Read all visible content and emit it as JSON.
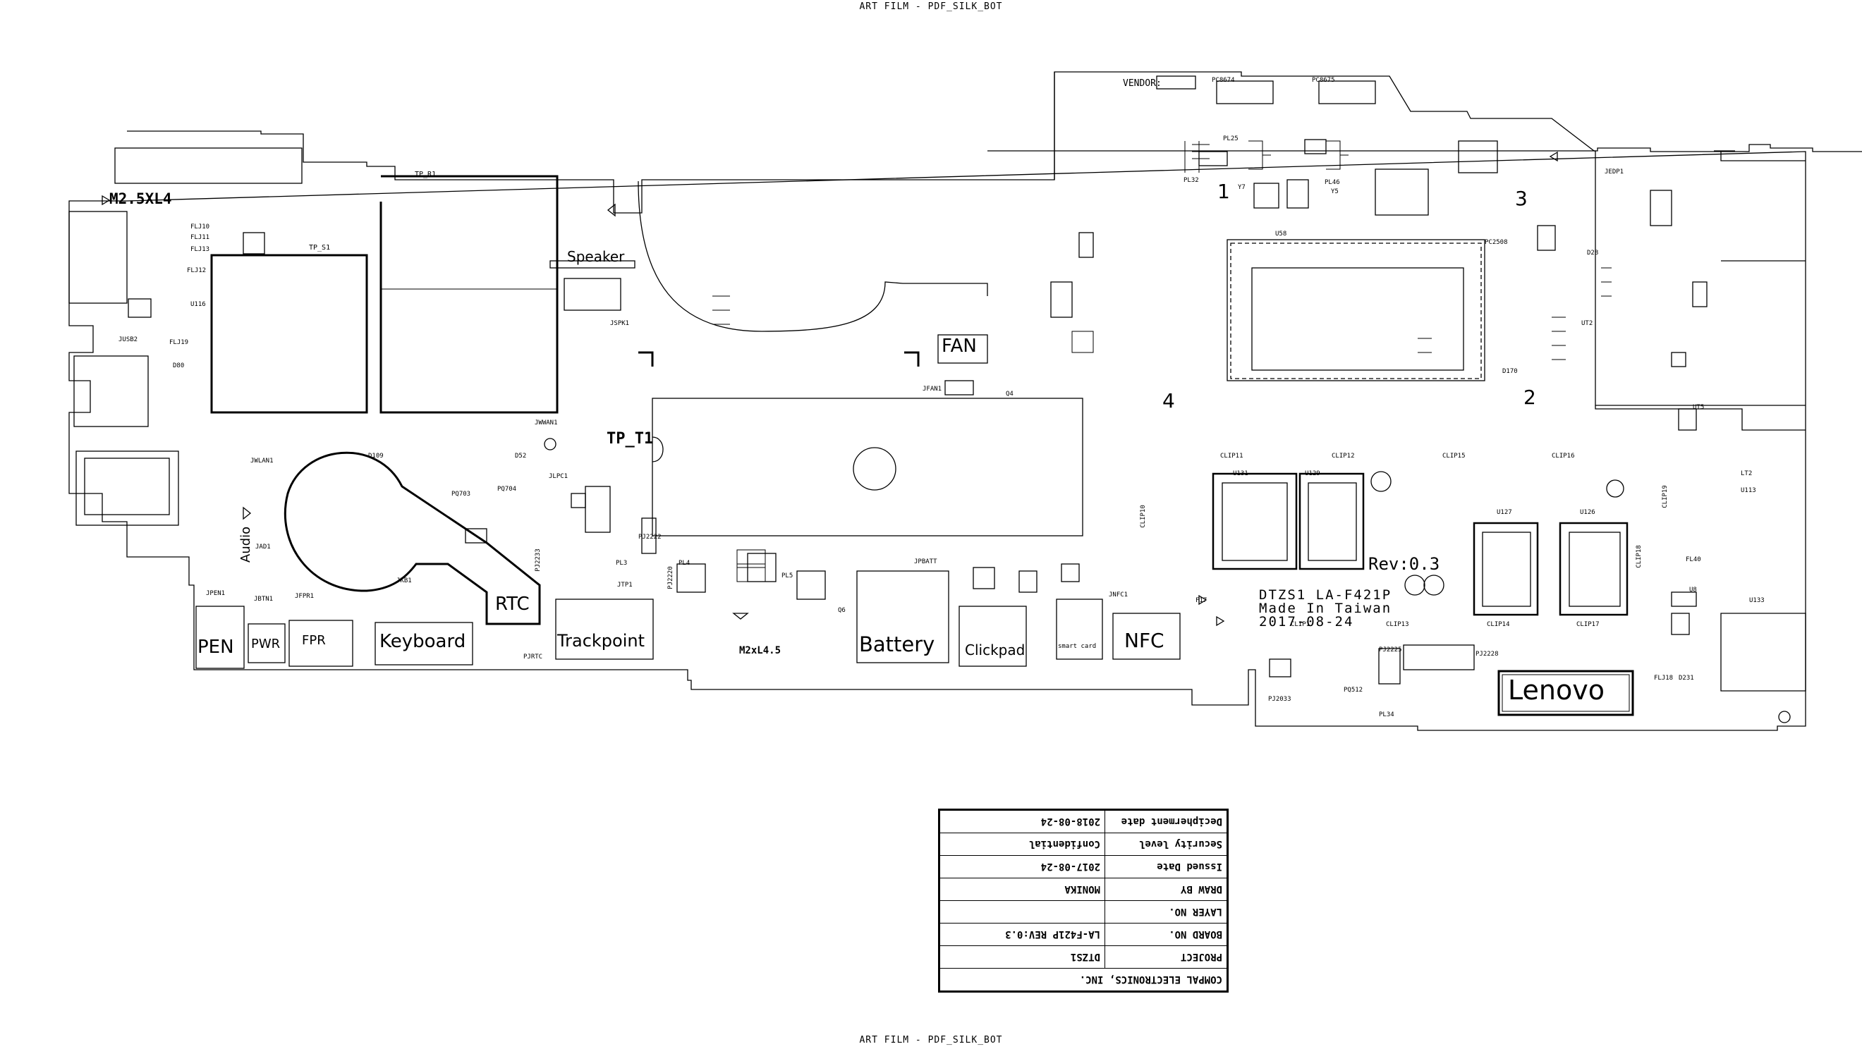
{
  "header": {
    "top": "ART FILM - PDF_SILK_BOT",
    "bottom": "ART FILM - PDF_SILK_BOT"
  },
  "board": {
    "lines": [
      "DTZS1 LA-F421P",
      "Made In Taiwan",
      "2017-08-24"
    ],
    "rev": "Rev:0.3",
    "brand": "Lenovo",
    "vendor": "VENDOR:",
    "mount_a": "M2.5XL4",
    "mount_b": "M2xL4.5",
    "tp_t1": "TP_T1",
    "tp_s1": "TP_S1",
    "tp_r1": "TP_R1",
    "quadrants": [
      "1",
      "2",
      "3",
      "4"
    ]
  },
  "connectors": [
    {
      "name": "pen",
      "label": "PEN"
    },
    {
      "name": "pwr",
      "label": "PWR"
    },
    {
      "name": "fpr",
      "label": "FPR"
    },
    {
      "name": "keyboard",
      "label": "Keyboard"
    },
    {
      "name": "trackpoint",
      "label": "Trackpoint"
    },
    {
      "name": "battery",
      "label": "Battery"
    },
    {
      "name": "clickpad",
      "label": "Clickpad"
    },
    {
      "name": "smart-card",
      "label": "smart card"
    },
    {
      "name": "nfc",
      "label": "NFC"
    },
    {
      "name": "speaker",
      "label": "Speaker"
    },
    {
      "name": "fan",
      "label": "FAN"
    },
    {
      "name": "rtc",
      "label": "RTC"
    },
    {
      "name": "audio",
      "label": "Audio"
    }
  ],
  "refs": {
    "jfan1": "JFAN1",
    "jspk1": "JSPK1",
    "jpen1": "JPEN1",
    "jbtn1": "JBTN1",
    "jfpr1": "JFPR1",
    "jkb1": "JKB1",
    "jtp1": "JTP1",
    "jpbatt": "JPBATT",
    "jncf1": "JNFC1",
    "jad1": "JAD1",
    "jwlan1": "JWLAN1",
    "jwwan1": "JWWAN1",
    "jusb2": "JUSB2",
    "jedp1": "JEDP1",
    "jlpc1": "JLPC1",
    "u58": "U58",
    "u127": "U127",
    "u126": "U126",
    "u131": "U131",
    "u129": "U129",
    "u133": "U133",
    "u113": "U113",
    "u116": "U116",
    "ut2": "UT2",
    "ut5": "UT5",
    "pl3": "PL3",
    "pl4": "PL4",
    "pl5": "PL5",
    "pl25": "PL25",
    "pl32": "PL32",
    "pl34": "PL34",
    "pl46": "PL46",
    "clip1": "CLIP1",
    "clip11": "CLIP11",
    "clip12": "CLIP12",
    "clip13": "CLIP13",
    "clip14": "CLIP14",
    "clip15": "CLIP15",
    "clip16": "CLIP16",
    "clip17": "CLIP17",
    "clip18": "CLIP18",
    "clip19": "CLIP19",
    "clip10": "CLIP10",
    "pj2233": "PJ2233",
    "pj2220": "PJ2220",
    "pj2225": "PJ2225",
    "pj2228": "PJ2228",
    "pj2222": "PJ2222",
    "pj2033": "PJ2033",
    "pq703": "PQ703",
    "pq704": "PQ704",
    "pq512": "PQ512",
    "pc8674": "PC8674",
    "pc8675": "PC8675",
    "pc2508": "PC2508",
    "d109": "D109",
    "d52": "D52",
    "d80": "D80",
    "d170": "D170",
    "d231": "D231",
    "d28": "D28",
    "f17": "F17",
    "fl40": "FL40",
    "flj10": "FLJ10",
    "flj11": "FLJ11",
    "flj12": "FLJ12",
    "flj13": "FLJ13",
    "flj18": "FLJ18",
    "flj19": "FLJ19",
    "lt2": "LT2",
    "q6": "Q6",
    "q4": "Q4",
    "y7": "Y7",
    "y5": "Y5",
    "u8": "U8",
    "pjrtc": "PJRTC"
  },
  "title_block": {
    "company": "COMPAL ELECTRONICS, INC.",
    "rows": [
      {
        "key": "PROJECT",
        "value": "DTZS1"
      },
      {
        "key": "BOARD NO.",
        "value": "LA-F421P    REV:0.3"
      },
      {
        "key": "LAYER NO.",
        "value": ""
      },
      {
        "key": "DRAW BY",
        "value": "MONIKA"
      },
      {
        "key": "Issued  Date",
        "value": "2017-08-24"
      },
      {
        "key": "Security level",
        "value": "Confidential"
      },
      {
        "key": "Decipherment date",
        "value": "2018-08-24"
      }
    ]
  }
}
